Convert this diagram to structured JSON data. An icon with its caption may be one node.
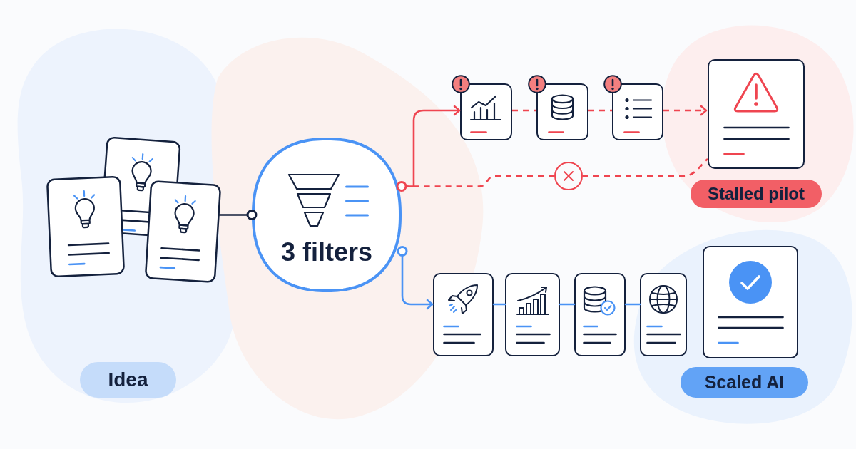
{
  "diagram": {
    "nodes": [
      {
        "text": [],
        "shape": "picture"
      },
      {
        "text": [
          "Idea"
        ]
      },
      {
        "text": [
          "3 filters"
        ]
      },
      {
        "text": [],
        "shape": "box"
      },
      {
        "text": [],
        "shape": "box"
      },
      {
        "text": [],
        "shape": "box"
      },
      {
        "text": [],
        "shape": "box"
      },
      {
        "text": [],
        "shape": "circle"
      },
      {
        "text": [
          "Stalled pilot"
        ]
      },
      {
        "text": [],
        "shape": "box"
      },
      {
        "text": [],
        "shape": "box"
      },
      {
        "text": [],
        "shape": "box"
      },
      {
        "text": [],
        "shape": "box"
      },
      {
        "text": [],
        "shape": "box"
      },
      {
        "text": [
          "Scaled AI"
        ]
      }
    ],
    "edges": [
      {
        "from": 0,
        "to": 2,
        "arrow": "other",
        "color": "#14213d"
      },
      {
        "from": 2,
        "to": 3,
        "arrow": "to"
      },
      {
        "from": 3,
        "to": 4,
        "arrow": "none",
        "style": "dashed"
      },
      {
        "from": 4,
        "to": 5,
        "arrow": "none",
        "style": "dashed"
      },
      {
        "from": 5,
        "to": 6,
        "arrow": "to",
        "style": "dashed"
      },
      {
        "from": 7,
        "to": 2,
        "arrow": "other",
        "style": "dashed"
      },
      {
        "from": 7,
        "to": 6,
        "arrow": "none",
        "style": "dashed"
      },
      {
        "from": 2,
        "to": 9,
        "arrow": "to",
        "color": "#4a93f5"
      },
      {
        "from": 9,
        "to": 10,
        "arrow": "none",
        "color": "#4a93f5"
      },
      {
        "from": 10,
        "to": 11,
        "arrow": "none",
        "color": "#4a93f5"
      },
      {
        "from": 11,
        "to": 12,
        "arrow": "none",
        "color": "#4a93f5"
      }
    ]
  }
}
